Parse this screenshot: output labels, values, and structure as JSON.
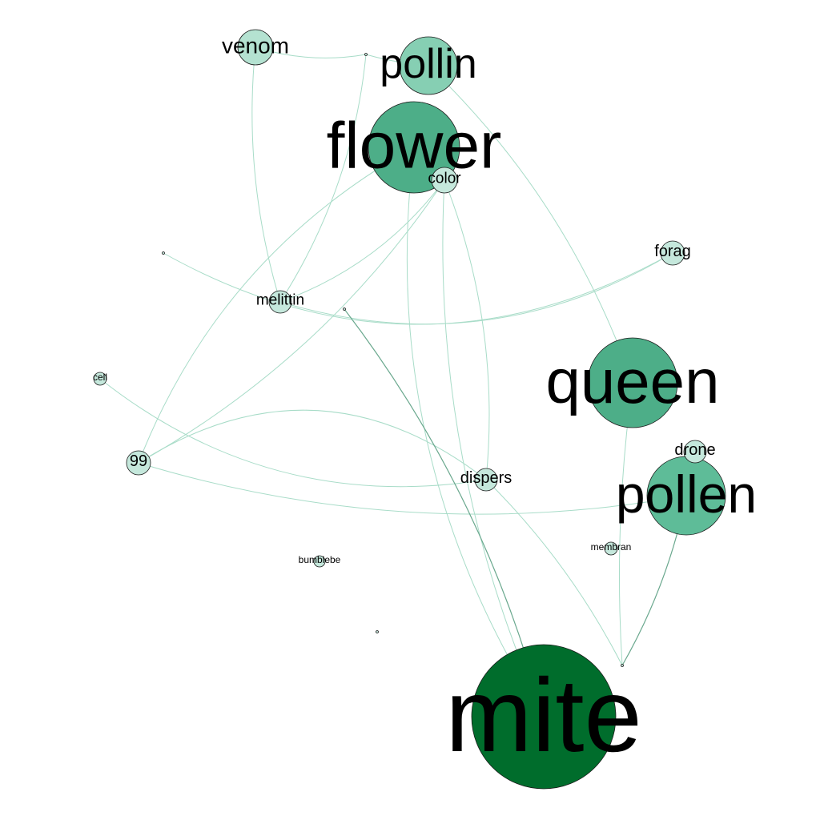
{
  "nodes": [
    {
      "id": "mite",
      "label": "mite",
      "weight": 1.0
    },
    {
      "id": "flower",
      "label": "flower",
      "weight": 0.62
    },
    {
      "id": "queen",
      "label": "queen",
      "weight": 0.58
    },
    {
      "id": "pollen",
      "label": "pollen",
      "weight": 0.5
    },
    {
      "id": "pollin",
      "label": "pollin",
      "weight": 0.4
    },
    {
      "id": "venom",
      "label": "venom",
      "weight": 0.22
    },
    {
      "id": "color",
      "label": "color",
      "weight": 0.18
    },
    {
      "id": "forag",
      "label": "forag",
      "weight": 0.2
    },
    {
      "id": "melittin",
      "label": "melittin",
      "weight": 0.18
    },
    {
      "id": "99",
      "label": "99",
      "weight": 0.2
    },
    {
      "id": "dispers",
      "label": "dispers",
      "weight": 0.2
    },
    {
      "id": "drone",
      "label": "drone",
      "weight": 0.2
    },
    {
      "id": "membran",
      "label": "membran",
      "weight": 0.12
    },
    {
      "id": "cell",
      "label": "cell",
      "weight": 0.12
    },
    {
      "id": "bumblebe",
      "label": "bumblebe",
      "weight": 0.12
    },
    {
      "id": "n1",
      "label": "",
      "weight": 0.02
    },
    {
      "id": "n2",
      "label": "",
      "weight": 0.02
    },
    {
      "id": "n3",
      "label": "",
      "weight": 0.02
    },
    {
      "id": "n4",
      "label": "",
      "weight": 0.02
    },
    {
      "id": "n5",
      "label": "",
      "weight": 0.02
    }
  ],
  "edges": [
    {
      "source": "venom",
      "target": "n1"
    },
    {
      "source": "venom",
      "target": "melittin"
    },
    {
      "source": "n1",
      "target": "melittin"
    },
    {
      "source": "n1",
      "target": "pollin"
    },
    {
      "source": "pollin",
      "target": "queen"
    },
    {
      "source": "flower",
      "target": "99"
    },
    {
      "source": "flower",
      "target": "mite"
    },
    {
      "source": "color",
      "target": "dispers"
    },
    {
      "source": "color",
      "target": "99"
    },
    {
      "source": "color",
      "target": "melittin"
    },
    {
      "source": "color",
      "target": "mite"
    },
    {
      "source": "n2",
      "target": "forag"
    },
    {
      "source": "melittin",
      "target": "forag"
    },
    {
      "source": "99",
      "target": "pollen"
    },
    {
      "source": "99",
      "target": "dispers"
    },
    {
      "source": "cell",
      "target": "dispers"
    },
    {
      "source": "n3",
      "target": "mite",
      "strong": true
    },
    {
      "source": "pollen",
      "target": "n4",
      "strong": true
    },
    {
      "source": "queen",
      "target": "n4"
    },
    {
      "source": "dispers",
      "target": "n4"
    }
  ],
  "colors": {
    "background": "#ffffff",
    "node_scale": [
      "#c5e8dc",
      "#88d0b6",
      "#5dbb98",
      "#4aad85",
      "#006d2c"
    ],
    "edge": "#a8dcc8",
    "edge_strong": "#6aa88e",
    "label": "#000000"
  }
}
